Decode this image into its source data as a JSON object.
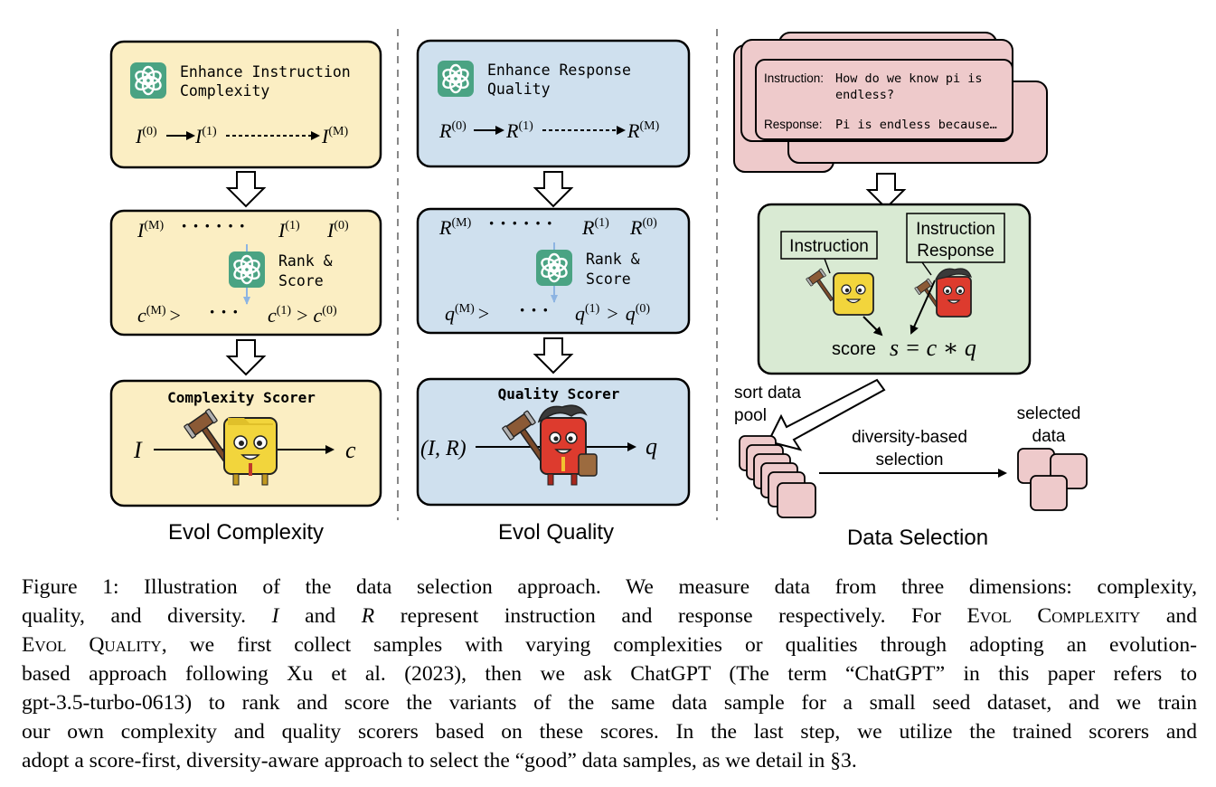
{
  "colors": {
    "yellow_fill": "#fbeec3",
    "blue_fill": "#cfe0ee",
    "pink_fill": "#eecacb",
    "green_fill": "#d9ead3",
    "openai_green": "#4aa383",
    "arrow_blue": "#8db4e2",
    "char_yellow": "#f2d53c",
    "char_red": "#dd3b2e"
  },
  "panels": {
    "evol_complexity": {
      "label": "Evol Complexity",
      "box1_title_line1": "Enhance Instruction",
      "box1_title_line2": "Complexity",
      "box1_eq_start": "I",
      "box1_eq_sup0": "(0)",
      "box1_eq_mid": "I",
      "box1_eq_sup1": "(1)",
      "box1_eq_end": "I",
      "box1_eq_supM": "(M)",
      "box2_left": "I",
      "box2_left_sup": "(M)",
      "box2_dots": "· · · · · ·",
      "box2_mid": "I",
      "box2_mid_sup": "(1)",
      "box2_right": "I",
      "box2_right_sup": "(0)",
      "box2_rank_line1": "Rank &",
      "box2_rank_line2": "Score",
      "box2_bottom_a": "c",
      "box2_bottom_a_sup": "(M)",
      "box2_bottom_gt1": ">",
      "box2_bottom_dots": "· · ·",
      "box2_bottom_b": "c",
      "box2_bottom_b_sup": "(1)",
      "box2_bottom_gt2": ">",
      "box2_bottom_c": "c",
      "box2_bottom_c_sup": "(0)",
      "box3_title": "Complexity Scorer",
      "box3_input": "I",
      "box3_output": "c"
    },
    "evol_quality": {
      "label": "Evol Quality",
      "box1_title_line1": "Enhance Response",
      "box1_title_line2": "Quality",
      "box1_eq_start": "R",
      "box1_eq_sup0": "(0)",
      "box1_eq_mid": "R",
      "box1_eq_sup1": "(1)",
      "box1_eq_end": "R",
      "box1_eq_supM": "(M)",
      "box2_left": "R",
      "box2_left_sup": "(M)",
      "box2_dots": "· · · · · ·",
      "box2_mid": "R",
      "box2_mid_sup": "(1)",
      "box2_right": "R",
      "box2_right_sup": "(0)",
      "box2_rank_line1": "Rank &",
      "box2_rank_line2": "Score",
      "box2_bottom_a": "q",
      "box2_bottom_a_sup": "(M)",
      "box2_bottom_gt1": ">",
      "box2_bottom_dots": "· · ·",
      "box2_bottom_b": "q",
      "box2_bottom_b_sup": "(1)",
      "box2_bottom_gt2": ">",
      "box2_bottom_c": "q",
      "box2_bottom_c_sup": "(0)",
      "box3_title": "Quality Scorer",
      "box3_input": "(I, R)",
      "box3_output": "q"
    },
    "data_selection": {
      "label": "Data Selection",
      "card_instruction_label": "Instruction:",
      "card_instruction_line1": "How do we know pi is",
      "card_instruction_line2": "endless?",
      "card_response_label": "Response:",
      "card_response_text": "Pi is endless because…",
      "tag_instruction": "Instruction",
      "tag_ir_line1": "Instruction",
      "tag_ir_line2": "Response",
      "score_word": "score",
      "score_formula": "s = c ∗ q",
      "sort_line1": "sort data",
      "sort_line2": "pool",
      "diversity_line1": "diversity-based",
      "diversity_line2": "selection",
      "selected_line1": "selected",
      "selected_line2": "data"
    }
  },
  "caption": {
    "l1": "Figure 1: Illustration of the data selection approach. We measure data from three dimensions: complexity,",
    "l2a": "quality, and diversity.",
    "l2b": "I",
    "l2c": "and",
    "l2d": "R",
    "l2e": "represent instruction and response respectively. For",
    "l2f": "Evol Complexity",
    "l2g": "and",
    "l3a": "Evol Quality",
    "l3b": ", we first collect samples with varying complexities or qualities through adopting an evolution-",
    "l4": "based approach following Xu et al. (2023), then we ask ChatGPT (The term “ChatGPT” in this paper refers to",
    "l5": "gpt-3.5-turbo-0613) to rank and score the variants of the same data sample for a small seed dataset, and we train",
    "l6": "our own complexity and quality scorers based on these scores. In the last step, we utilize the trained scorers and",
    "l7": "adopt a score-first, diversity-aware approach to select the “good” data samples, as we detail in §3."
  }
}
